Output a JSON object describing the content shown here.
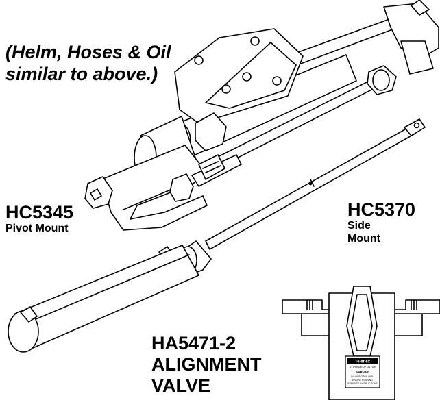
{
  "note": {
    "line1": "(Helm, Hoses & Oil",
    "line2": "similar to above.)"
  },
  "hc5345": {
    "model": "HC5345",
    "desc": "Pivot Mount"
  },
  "hc5370": {
    "model": "HC5370",
    "desc_line1": "Side",
    "desc_line2": "Mount"
  },
  "ha5471": {
    "model": "HA5471-2",
    "line2": "ALIGNMENT",
    "line3": "VALVE"
  },
  "valve_label": {
    "brand": "Teleflex",
    "title": "ALIGNMENT VALVE",
    "warning": "WARNING",
    "instr1": "DO NOT OPEN WITH",
    "instr2": "ENGINE RUNNING",
    "instr3": "REFER TO INSTRUCTIONS"
  },
  "colors": {
    "line": "#000000",
    "background": "#ffffff"
  }
}
